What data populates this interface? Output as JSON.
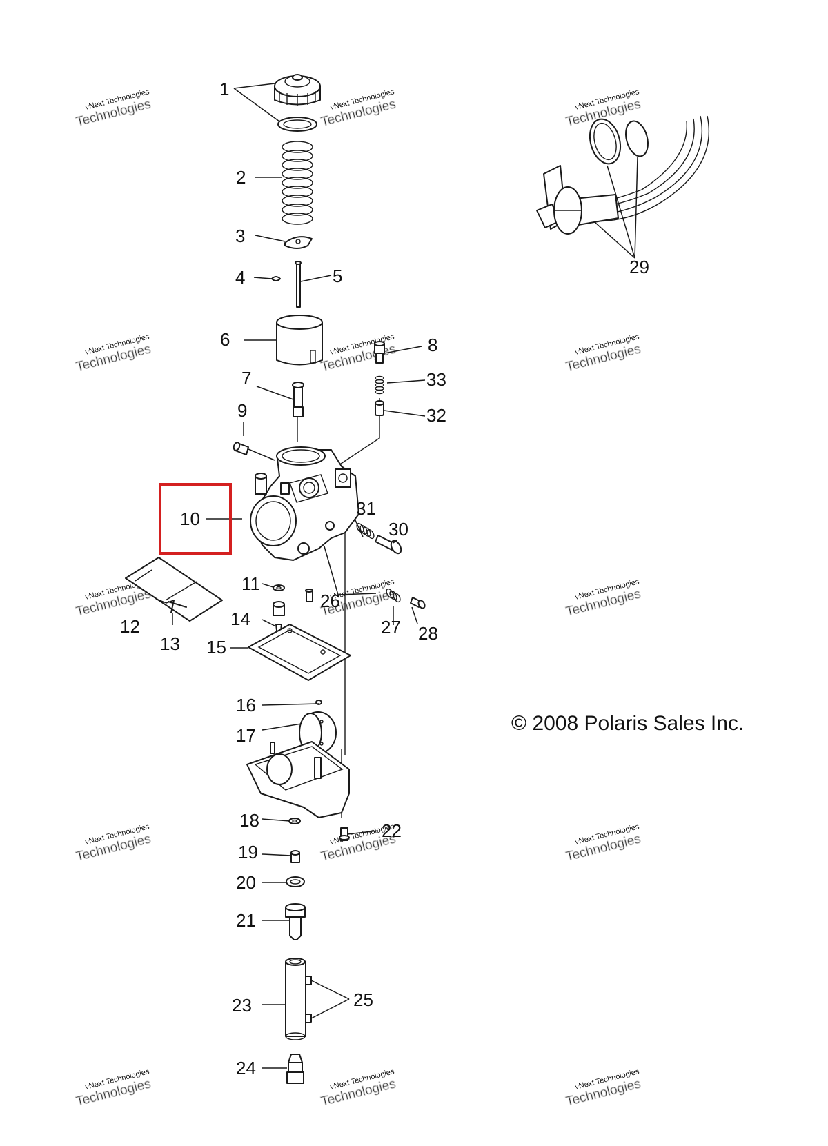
{
  "labels": {
    "p1": "1",
    "p2": "2",
    "p3": "3",
    "p4": "4",
    "p5": "5",
    "p6": "6",
    "p7": "7",
    "p8": "8",
    "p9": "9",
    "p10": "10",
    "p11": "11",
    "p12": "12",
    "p13": "13",
    "p14": "14",
    "p15": "15",
    "p16": "16",
    "p17": "17",
    "p18": "18",
    "p19": "19",
    "p20": "20",
    "p21": "21",
    "p22": "22",
    "p23": "23",
    "p24": "24",
    "p25": "25",
    "p26": "26",
    "p27": "27",
    "p28": "28",
    "p29": "29",
    "p30": "30",
    "p31": "31",
    "p32": "32",
    "p33": "33"
  },
  "copyright": "© 2008 Polaris Sales Inc.",
  "watermark": {
    "line1": "vNext Technologies",
    "line2": "Technologies"
  },
  "highlight": {
    "part": "10",
    "color": "#d42020"
  }
}
